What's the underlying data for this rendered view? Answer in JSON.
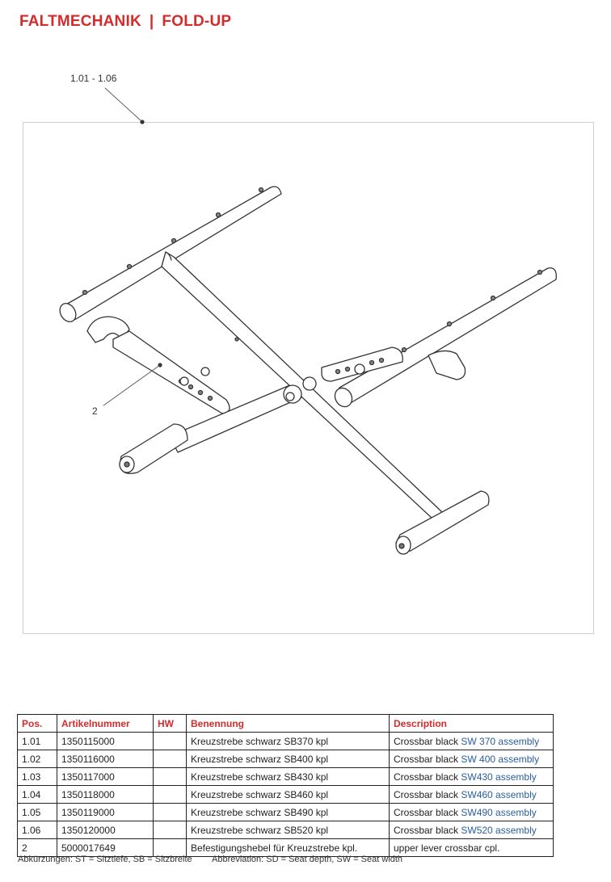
{
  "header": {
    "title_de": "FALTMECHANIK",
    "separator": "|",
    "title_en": "FOLD-UP"
  },
  "drawing": {
    "callout_main": "1.01 - 1.06",
    "callout_lever": "2"
  },
  "table": {
    "headers": [
      "Pos.",
      "Artikelnummer",
      "HW",
      "Benennung",
      "Description"
    ],
    "rows": [
      {
        "pos": "1.01",
        "article": "1350115000",
        "hw": "",
        "name_de": "Kreuzstrebe schwarz SB370 kpl",
        "desc_main": "Crossbar black ",
        "desc_hl": "SW 370 assembly"
      },
      {
        "pos": "1.02",
        "article": "1350116000",
        "hw": "",
        "name_de": "Kreuzstrebe schwarz SB400 kpl",
        "desc_main": "Crossbar black ",
        "desc_hl": "SW 400 assembly"
      },
      {
        "pos": "1.03",
        "article": "1350117000",
        "hw": "",
        "name_de": "Kreuzstrebe schwarz SB430 kpl",
        "desc_main": "Crossbar black ",
        "desc_hl": "SW430 assembly"
      },
      {
        "pos": "1.04",
        "article": "1350118000",
        "hw": "",
        "name_de": "Kreuzstrebe schwarz SB460 kpl",
        "desc_main": "Crossbar black ",
        "desc_hl": "SW460 assembly"
      },
      {
        "pos": "1.05",
        "article": "1350119000",
        "hw": "",
        "name_de": "Kreuzstrebe schwarz SB490 kpl",
        "desc_main": "Crossbar black ",
        "desc_hl": "SW490 assembly"
      },
      {
        "pos": "1.06",
        "article": "1350120000",
        "hw": "",
        "name_de": "Kreuzstrebe schwarz SB520 kpl",
        "desc_main": "Crossbar black ",
        "desc_hl": "SW520 assembly"
      },
      {
        "pos": "2",
        "article": "5000017649",
        "hw": "",
        "name_de": "Befestigungshebel für Kreuzstrebe kpl.",
        "desc_main": "upper lever cross",
        "desc_hl": "bar cpl."
      }
    ]
  },
  "footnote": {
    "de": "Abkürzungen: ST = Sitztiefe, SB = Sitzbreite",
    "en": "Abbreviation: SD = Seat depth, SW = Seat width"
  },
  "colors": {
    "accent": "#d42b2b",
    "highlight": "#2a5d9f"
  }
}
